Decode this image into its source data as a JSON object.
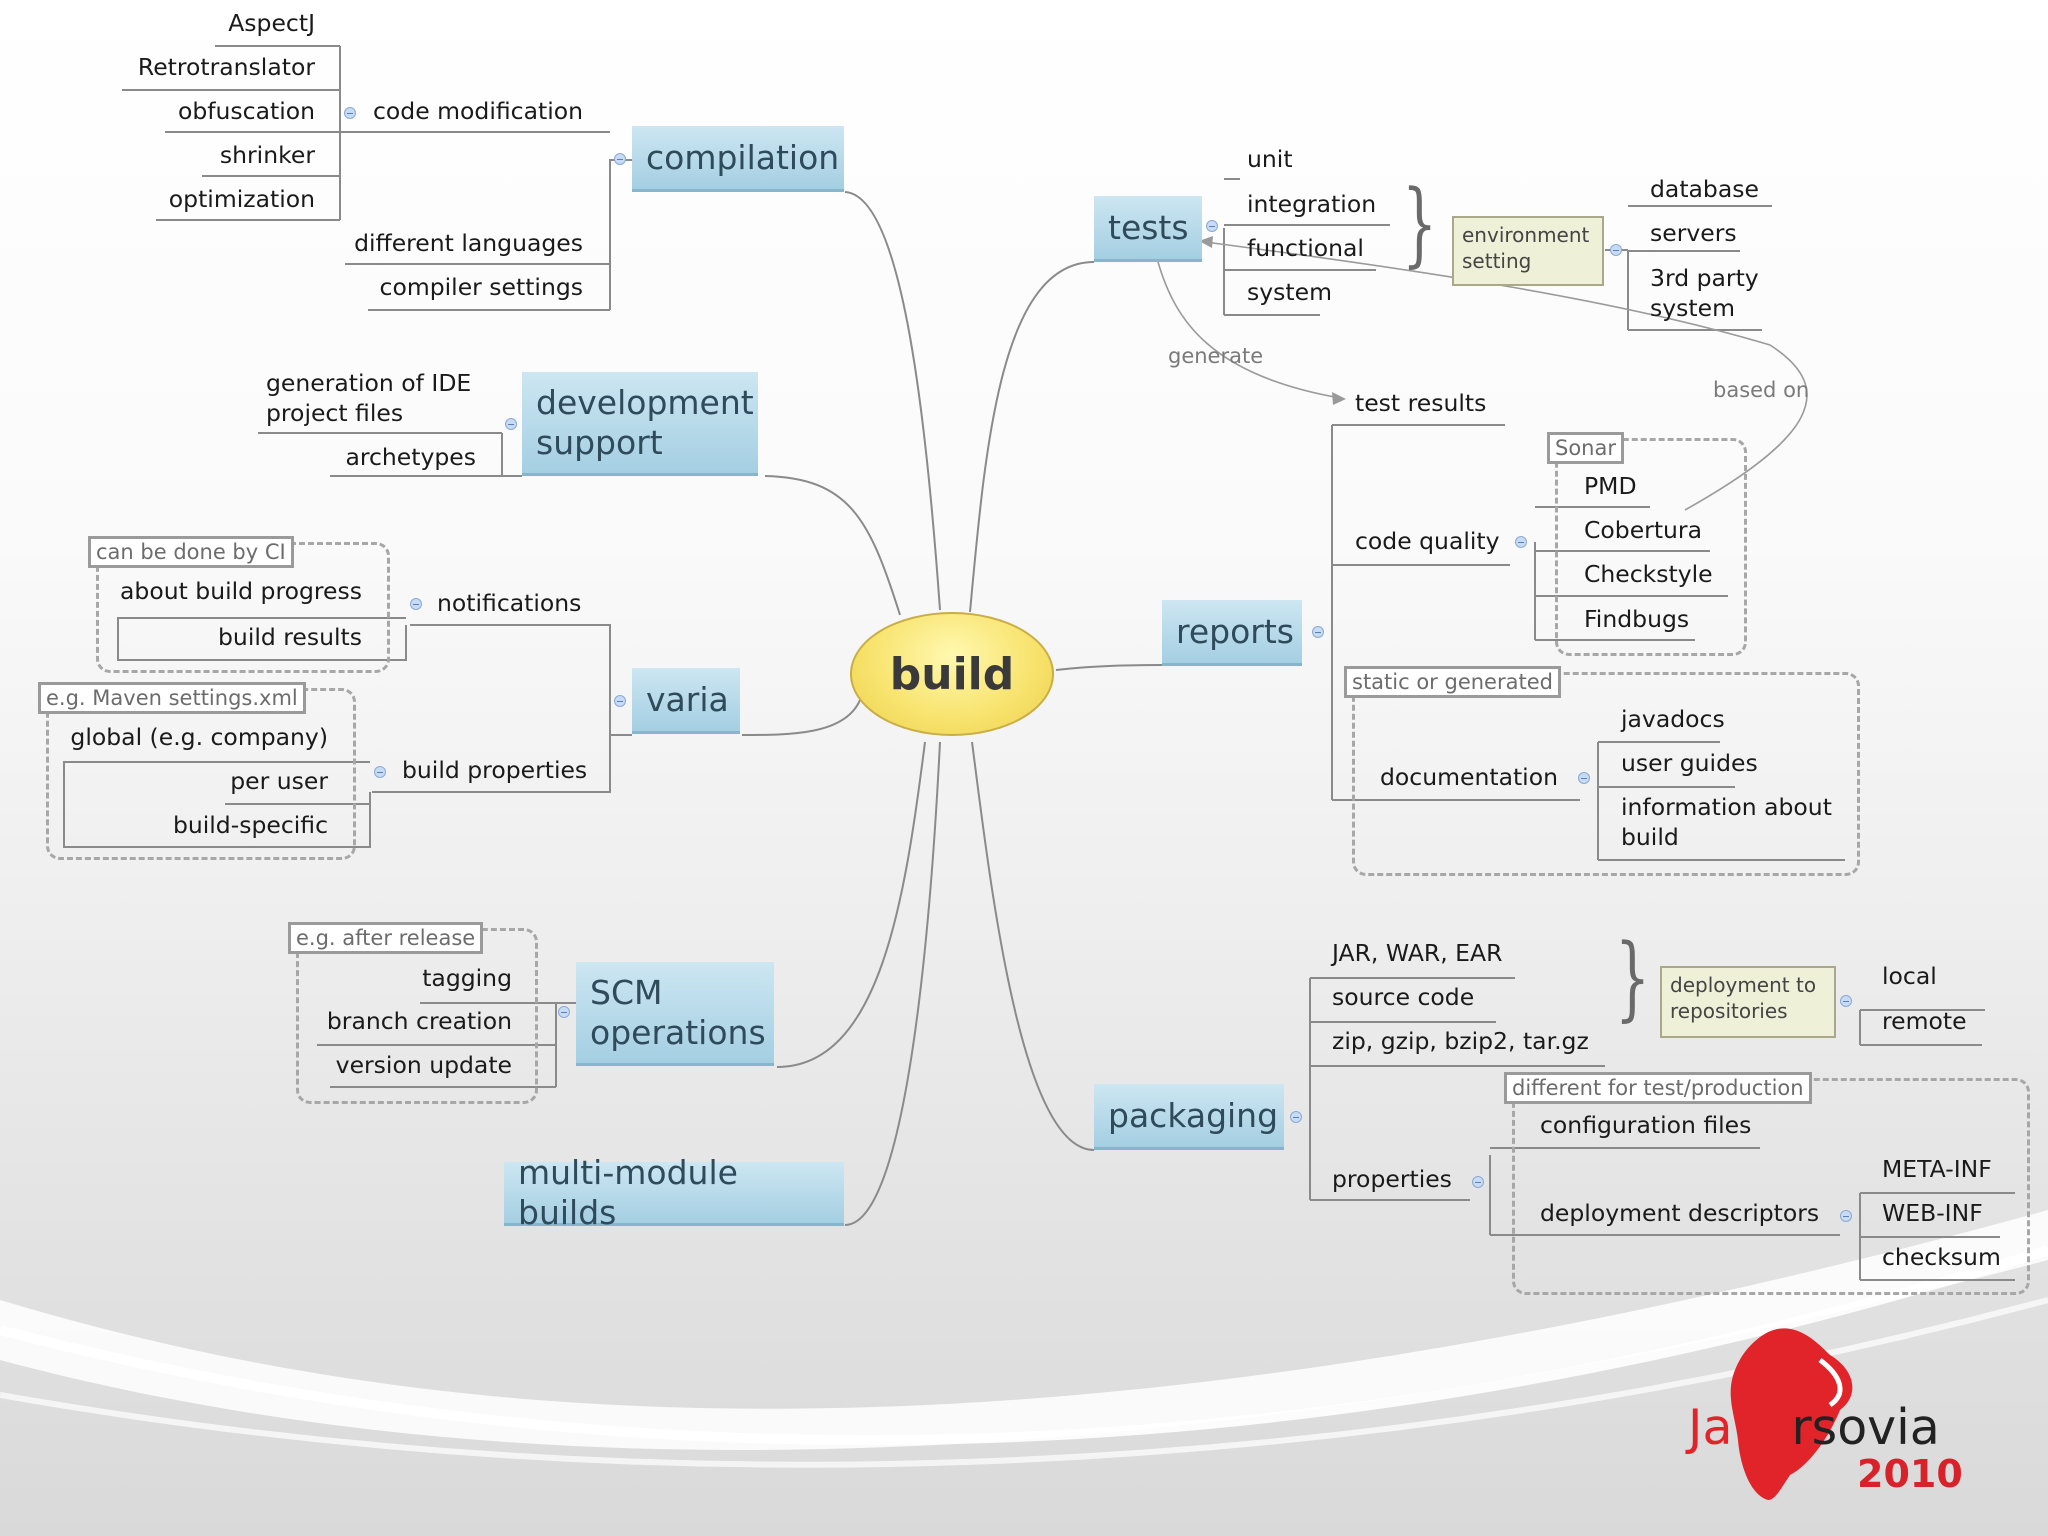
{
  "root": "build",
  "compilation": {
    "title": "compilation",
    "code_modification": "code modification",
    "code_modification_items": [
      "AspectJ",
      "Retrotranslator",
      "obfuscation",
      "shrinker",
      "optimization"
    ],
    "different_languages": "different languages",
    "compiler_settings": "compiler settings"
  },
  "development_support": {
    "title": "development support",
    "items": [
      "generation of IDE project files",
      "archetypes"
    ]
  },
  "varia": {
    "title": "varia",
    "notifications": "notifications",
    "notifications_boundary": "can be done by CI",
    "notifications_items": [
      "about build progress",
      "build results"
    ],
    "build_properties": "build properties",
    "build_properties_boundary": "e.g. Maven settings.xml",
    "build_properties_items": [
      "global (e.g. company)",
      "per user",
      "build-specific"
    ]
  },
  "scm": {
    "title": "SCM operations",
    "boundary": "e.g. after release",
    "items": [
      "tagging",
      "branch creation",
      "version update"
    ]
  },
  "multi_module": {
    "title": "multi-module builds"
  },
  "tests": {
    "title": "tests",
    "items": [
      "unit",
      "integration",
      "functional",
      "system"
    ],
    "environment": "environment setting",
    "environment_items": [
      "database",
      "servers",
      "3rd party system"
    ],
    "generate_label": "generate",
    "based_on_label": "based on"
  },
  "reports": {
    "title": "reports",
    "test_results": "test results",
    "code_quality": "code quality",
    "sonar_boundary": "Sonar",
    "code_quality_items": [
      "PMD",
      "Cobertura",
      "Checkstyle",
      "Findbugs"
    ],
    "static_boundary": "static or generated",
    "documentation": "documentation",
    "documentation_items": [
      "javadocs",
      "user guides",
      "information about build"
    ]
  },
  "packaging": {
    "title": "packaging",
    "items": [
      "JAR, WAR, EAR",
      "source code",
      "zip, gzip, bzip2, tar.gz"
    ],
    "deployment": "deployment to repositories",
    "deployment_items": [
      "local",
      "remote"
    ],
    "properties": "properties",
    "properties_boundary": "different for test/production",
    "configuration_files": "configuration files",
    "deployment_descriptors": "deployment descriptors",
    "descriptor_items": [
      "META-INF",
      "WEB-INF",
      "checksum"
    ]
  },
  "logo": {
    "prefix": "Java",
    "suffix": "rsovia",
    "year": "2010"
  },
  "colors": {
    "topic": "#a4cfe2",
    "topic_text": "#2f4a5a",
    "root": "#f8e470",
    "note": "#eef0d8",
    "logo_red": "#e0242a"
  }
}
